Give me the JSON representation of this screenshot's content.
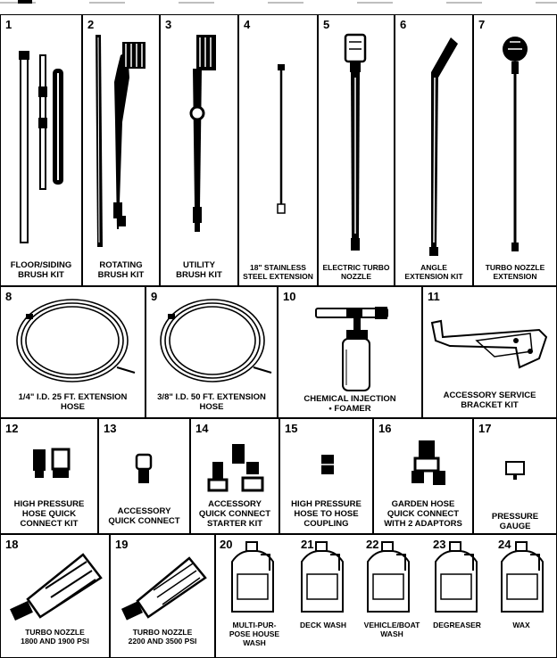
{
  "items": [
    {
      "num": "1",
      "label": "FLOOR/SIDING\nBRUSH KIT",
      "icon": "floor-siding-brush-icon"
    },
    {
      "num": "2",
      "label": "ROTATING\nBRUSH KIT",
      "icon": "rotating-brush-icon"
    },
    {
      "num": "3",
      "label": "UTILITY\nBRUSH KIT",
      "icon": "utility-brush-icon"
    },
    {
      "num": "4",
      "label": "18\" STAINLESS\nSTEEL EXTENSION",
      "icon": "stainless-extension-icon"
    },
    {
      "num": "5",
      "label": "ELECTRIC TURBO\nNOZZLE",
      "icon": "electric-turbo-nozzle-icon"
    },
    {
      "num": "6",
      "label": "ANGLE\nEXTENSION KIT",
      "icon": "angle-extension-icon"
    },
    {
      "num": "7",
      "label": "TURBO NOZZLE\nEXTENSION",
      "icon": "turbo-nozzle-extension-icon"
    },
    {
      "num": "8",
      "label": "1/4\" I.D. 25 ft. EXTENSION\nHOSE",
      "icon": "coiled-hose-icon"
    },
    {
      "num": "9",
      "label": "3/8\" I.D. 50 ft. EXTENSION\nHOSE",
      "icon": "coiled-hose-icon"
    },
    {
      "num": "10",
      "label": "CHEMICAL INJECTION\n•  FOAMER",
      "icon": "chemical-foamer-icon"
    },
    {
      "num": "11",
      "label": "ACCESSORY SERVICE\nBRACKET KIT",
      "icon": "service-bracket-icon"
    },
    {
      "num": "12",
      "label": "HIGH PRESSURE\nHOSE QUICK\nCONNECT KIT",
      "icon": "quick-connect-kit-icon"
    },
    {
      "num": "13",
      "label": "ACCESSORY\nQUICK CONNECT",
      "icon": "quick-connect-icon"
    },
    {
      "num": "14",
      "label": "ACCESSORY\nQUICK CONNECT\nSTARTER KIT",
      "icon": "starter-kit-icon"
    },
    {
      "num": "15",
      "label": "HIGH PRESSURE\nHOSE TO HOSE\nCOUPLING",
      "icon": "hose-coupling-icon"
    },
    {
      "num": "16",
      "label": "GARDEN HOSE\nQUICK CONNECT\nWITH 2 ADAPTORS",
      "icon": "garden-hose-connect-icon"
    },
    {
      "num": "17",
      "label": "PRESSURE\nGAUGE",
      "icon": "pressure-gauge-icon"
    },
    {
      "num": "18",
      "label": "TURBO NOZZLE\n1800 and 1900 PSI",
      "icon": "turbo-nozzle-icon"
    },
    {
      "num": "19",
      "label": "TURBO NOZZLE\n2200 and 3500 PSI",
      "icon": "turbo-nozzle-icon"
    },
    {
      "num": "20",
      "label": "MULTI-PUR-\nPOSE HOUSE\nWASH",
      "icon": "jug-icon"
    },
    {
      "num": "21",
      "label": "DECK WASH",
      "icon": "jug-icon"
    },
    {
      "num": "22",
      "label": "VEHICLE/BOAT\nWASH",
      "icon": "jug-icon"
    },
    {
      "num": "23",
      "label": "DEGREASER",
      "icon": "jug-icon"
    },
    {
      "num": "24",
      "label": "WAX",
      "icon": "jug-icon"
    }
  ]
}
